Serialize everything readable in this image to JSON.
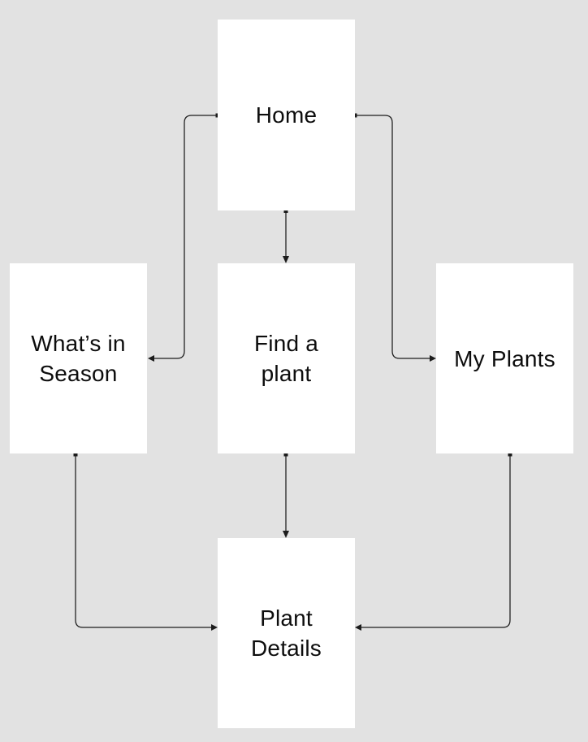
{
  "diagram": {
    "title": "Plant app navigation flowchart",
    "canvas_background": "#e2e2e2",
    "node_fill": "#ffffff",
    "text_color": "#0d0d0d",
    "line_color": "#1c1c1c"
  },
  "nodes": {
    "home": {
      "label": "Home",
      "lines": [
        "Home"
      ]
    },
    "whats_in_season": {
      "label": "What’s in Season",
      "lines": [
        "What’s in",
        "Season"
      ]
    },
    "find_a_plant": {
      "label": "Find a plant",
      "lines": [
        "Find a",
        "plant"
      ]
    },
    "my_plants": {
      "label": "My Plants",
      "lines": [
        "My Plants"
      ]
    },
    "plant_details": {
      "label": "Plant Details",
      "lines": [
        "Plant",
        "Details"
      ]
    }
  },
  "edges": [
    {
      "from": "Home",
      "to": "What’s in Season",
      "arrow_at": "to"
    },
    {
      "from": "Home",
      "to": "Find a plant",
      "arrow_at": "to"
    },
    {
      "from": "Home",
      "to": "My Plants",
      "arrow_at": "to"
    },
    {
      "from": "What’s in Season",
      "to": "Plant Details",
      "arrow_at": "to"
    },
    {
      "from": "Find a plant",
      "to": "Plant Details",
      "arrow_at": "to"
    },
    {
      "from": "My Plants",
      "to": "Plant Details",
      "arrow_at": "to"
    }
  ]
}
